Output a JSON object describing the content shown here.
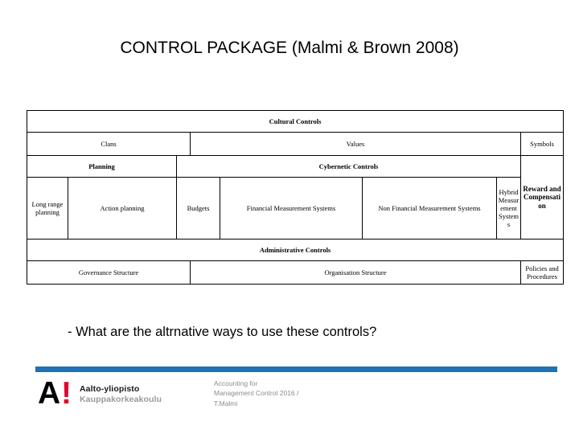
{
  "slide": {
    "title": "CONTROL PACKAGE (Malmi & Brown 2008)",
    "question": "- What are the altrnative ways to use these controls?"
  },
  "framework": {
    "row_cultural_band": "Cultural Controls",
    "row_cultural_cells": {
      "clans": "Clans",
      "values": "Values",
      "symbols": "Symbols"
    },
    "row_band2": {
      "planning": "Planning",
      "cybernetic": "Cybernetic Controls"
    },
    "row_detail": {
      "long_range_planning": "Long range planning",
      "action_planning": "Action planning",
      "budgets": "Budgets",
      "financial_measurement": "Financial Measurement Systems",
      "non_financial_measurement": "Non Financial Measurement Systems",
      "hybrid_measurement": "Hybrid Measurement Systems",
      "reward_compensation": "Reward and Compensation"
    },
    "row_admin_band": "Administrative Controls",
    "row_admin_cells": {
      "governance": "Governance Structure",
      "organisation": "Organisation Structure",
      "policies": "Policies and Procedures"
    }
  },
  "footer": {
    "logo_mark_a": "A",
    "logo_mark_bang": "!",
    "logo_line1": "Aalto-yliopisto",
    "logo_line2": "Kauppakorkeakoulu",
    "note_line1": "Accounting for",
    "note_line2": "Management Control 2016 /",
    "note_line3": "T.Malmi",
    "rule_color": "#1f72b5",
    "accent_color": "#e4002b"
  }
}
